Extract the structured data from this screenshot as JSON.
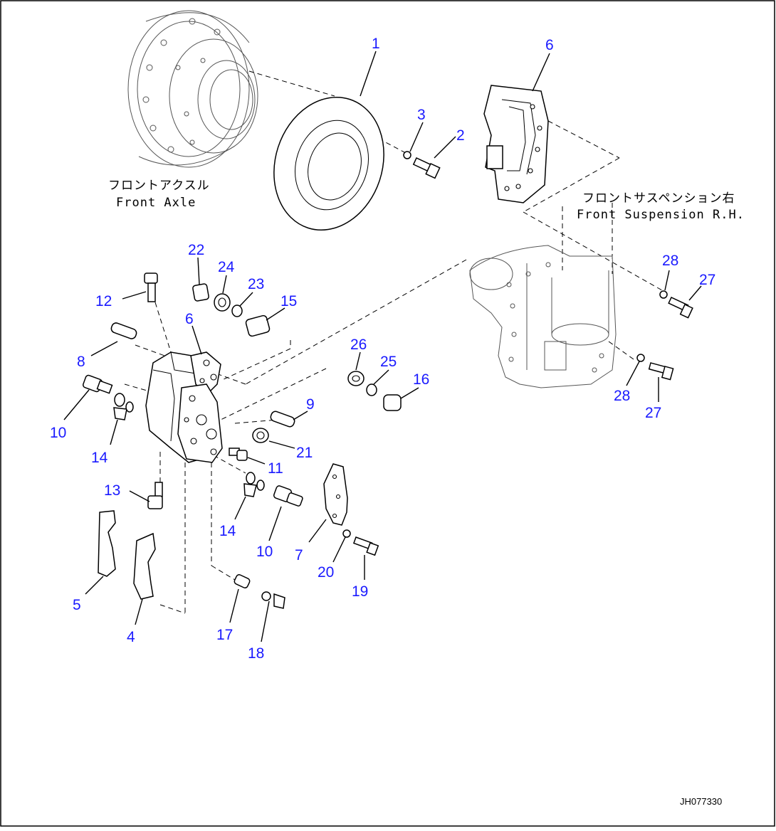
{
  "diagram": {
    "drawing_id": "JH077330",
    "annotations": {
      "front_axle_jp": "フロントアクスル",
      "front_axle_en": "Front Axle",
      "front_suspension_jp": "フロントサスペンション右",
      "front_suspension_en": "Front Suspension R.H."
    },
    "callouts": {
      "c1": "1",
      "c2": "2",
      "c3": "3",
      "c6a": "6",
      "c6b": "6",
      "c22": "22",
      "c24": "24",
      "c23": "23",
      "c15": "15",
      "c12": "12",
      "c8": "8",
      "c10a": "10",
      "c14a": "14",
      "c13": "13",
      "c5": "5",
      "c4": "4",
      "c26": "26",
      "c25": "25",
      "c16": "16",
      "c9": "9",
      "c21": "21",
      "c11": "11",
      "c14b": "14",
      "c10b": "10",
      "c7": "7",
      "c20": "20",
      "c19": "19",
      "c17": "17",
      "c18": "18",
      "c28a": "28",
      "c27a": "27",
      "c28b": "28",
      "c27b": "27"
    }
  }
}
